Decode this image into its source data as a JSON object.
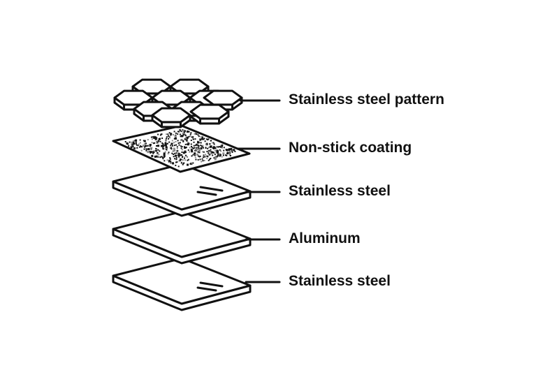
{
  "diagram": {
    "stroke_color": "#111111",
    "fill_color": "#ffffff",
    "speckle_colors": [
      "#111111",
      "#8a8a8a"
    ],
    "layers": [
      {
        "id": "pattern",
        "label": "Stainless steel pattern",
        "material": "stainless-steel-hexagon-pattern"
      },
      {
        "id": "coating",
        "label": "Non-stick coating",
        "material": "non-stick-coating"
      },
      {
        "id": "steel-top",
        "label": "Stainless steel",
        "material": "stainless-steel"
      },
      {
        "id": "aluminum",
        "label": "Aluminum",
        "material": "aluminum"
      },
      {
        "id": "steel-bottom",
        "label": "Stainless steel",
        "material": "stainless-steel"
      }
    ]
  }
}
